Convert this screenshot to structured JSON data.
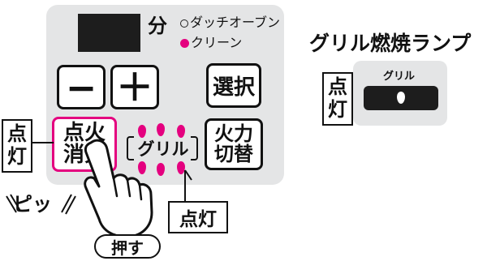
{
  "panel": {
    "minutes_unit": "分",
    "mode_options": [
      {
        "label": "ダッチオーブン",
        "active": false
      },
      {
        "label": "クリーン",
        "active": true
      }
    ],
    "buttons": {
      "minus": "−",
      "plus": "＋",
      "select": "選択",
      "ignite_line1": "点火",
      "ignite_line2": "消火",
      "power_line1": "火力",
      "power_line2": "切替"
    },
    "grill_label": "グリル"
  },
  "callouts": {
    "left_line1": "点",
    "left_line2": "灯",
    "bottom": "点灯",
    "right_line1": "点",
    "right_line2": "灯"
  },
  "sound_effect": "ピッ",
  "push_label": "押す",
  "grill_lamp": {
    "title": "グリル燃焼ランプ",
    "small_label": "グリル"
  },
  "colors": {
    "accent": "#e4007f",
    "panel": "#e4e5e6",
    "display": "#1d1d1d"
  }
}
